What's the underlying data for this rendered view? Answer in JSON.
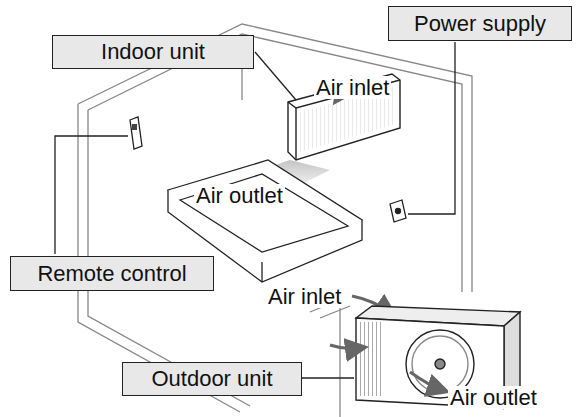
{
  "diagram": {
    "nodes": [
      {
        "text": [
          "Indoor unit"
        ]
      },
      {
        "text": [
          "Power supply"
        ]
      },
      {
        "text": [
          "Remote control"
        ]
      },
      {
        "text": [
          "Outdoor unit"
        ]
      }
    ],
    "labels": [
      "Air inlet",
      "Air outlet",
      "Air inlet",
      "Air outlet"
    ]
  }
}
